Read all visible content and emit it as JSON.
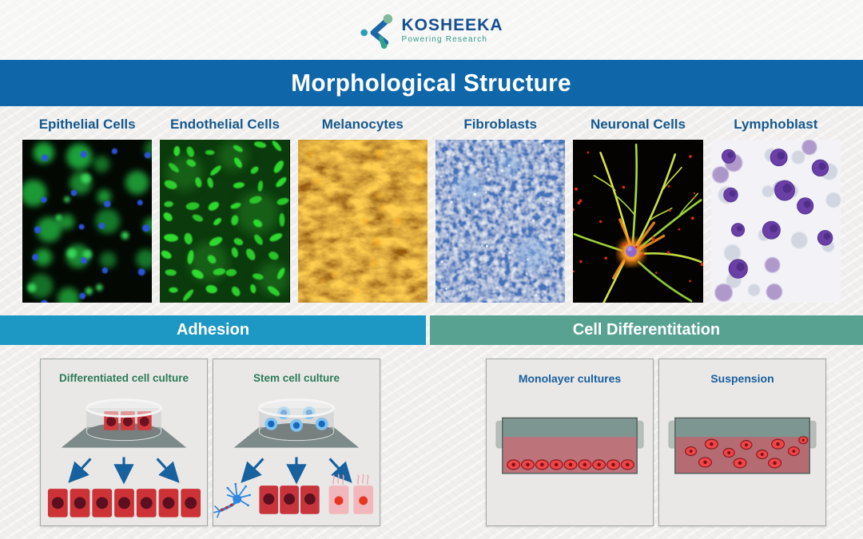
{
  "logo": {
    "name": "KOSHEEKA",
    "tagline": "Powering Research"
  },
  "title": "Morphological Structure",
  "cell_types": {
    "items": [
      {
        "label": "Epithelial Cells",
        "image": "epithelial-cells-micrograph"
      },
      {
        "label": "Endothelial Cells",
        "image": "endothelial-cells-micrograph"
      },
      {
        "label": "Melanocytes",
        "image": "melanocytes-micrograph"
      },
      {
        "label": "Fibroblasts",
        "image": "fibroblasts-micrograph"
      },
      {
        "label": "Neuronal Cells",
        "image": "neuronal-cells-micrograph"
      },
      {
        "label": "Lymphoblast",
        "image": "lymphoblast-micrograph"
      }
    ]
  },
  "sections": {
    "adhesion": {
      "label": "Adhesion",
      "panels": [
        {
          "title": "Differentiated cell culture"
        },
        {
          "title": "Stem cell culture"
        }
      ]
    },
    "cell_differentiation": {
      "label": "Cell Differentitation",
      "panels": [
        {
          "title": "Monolayer cultures"
        },
        {
          "title": "Suspension"
        }
      ]
    }
  },
  "colors": {
    "title_banner": "#0f67a9",
    "adhesion_banner": "#1d97c4",
    "differentiation_banner": "#57a291",
    "cell_label_text": "#15588f",
    "panel_title_green": "#2c7a57",
    "panel_title_blue": "#1a5f9e",
    "logo_text": "#174f91",
    "logo_tagline": "#2f9a8a",
    "arrow_blue": "#17619e",
    "cell_red": "#cd3237",
    "stem_cell_blue": "#7fc2ef"
  }
}
